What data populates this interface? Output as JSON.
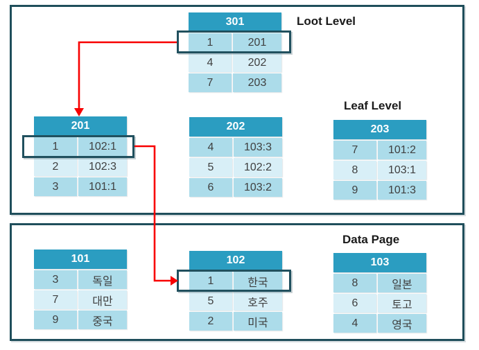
{
  "labels": {
    "root_level": "Loot Level",
    "leaf_level": "Leaf Level",
    "data_page": "Data Page"
  },
  "colors": {
    "table_header": "#2B9DC1",
    "row_dark": "#ACDCEA",
    "row_light": "#D8EFF7",
    "box_border": "#1F4E5B",
    "highlight_border": "#20505E",
    "arrow_red": "#F80000",
    "cell_text": "#3F3F3F",
    "header_text": "#FFFFFF"
  },
  "tables": {
    "t301": {
      "title": "301",
      "rows": [
        [
          "1",
          "201"
        ],
        [
          "4",
          "202"
        ],
        [
          "7",
          "203"
        ]
      ]
    },
    "t201": {
      "title": "201",
      "rows": [
        [
          "1",
          "102:1"
        ],
        [
          "2",
          "102:3"
        ],
        [
          "3",
          "101:1"
        ]
      ]
    },
    "t202": {
      "title": "202",
      "rows": [
        [
          "4",
          "103:3"
        ],
        [
          "5",
          "102:2"
        ],
        [
          "6",
          "103:2"
        ]
      ]
    },
    "t203": {
      "title": "203",
      "rows": [
        [
          "7",
          "101:2"
        ],
        [
          "8",
          "103:1"
        ],
        [
          "9",
          "101:3"
        ]
      ]
    },
    "t101": {
      "title": "101",
      "rows": [
        [
          "3",
          "독일"
        ],
        [
          "7",
          "대만"
        ],
        [
          "9",
          "중국"
        ]
      ]
    },
    "t102": {
      "title": "102",
      "rows": [
        [
          "1",
          "한국"
        ],
        [
          "5",
          "호주"
        ],
        [
          "2",
          "미국"
        ]
      ]
    },
    "t103": {
      "title": "103",
      "rows": [
        [
          "8",
          "일본"
        ],
        [
          "6",
          "토고"
        ],
        [
          "4",
          "영국"
        ]
      ]
    }
  }
}
